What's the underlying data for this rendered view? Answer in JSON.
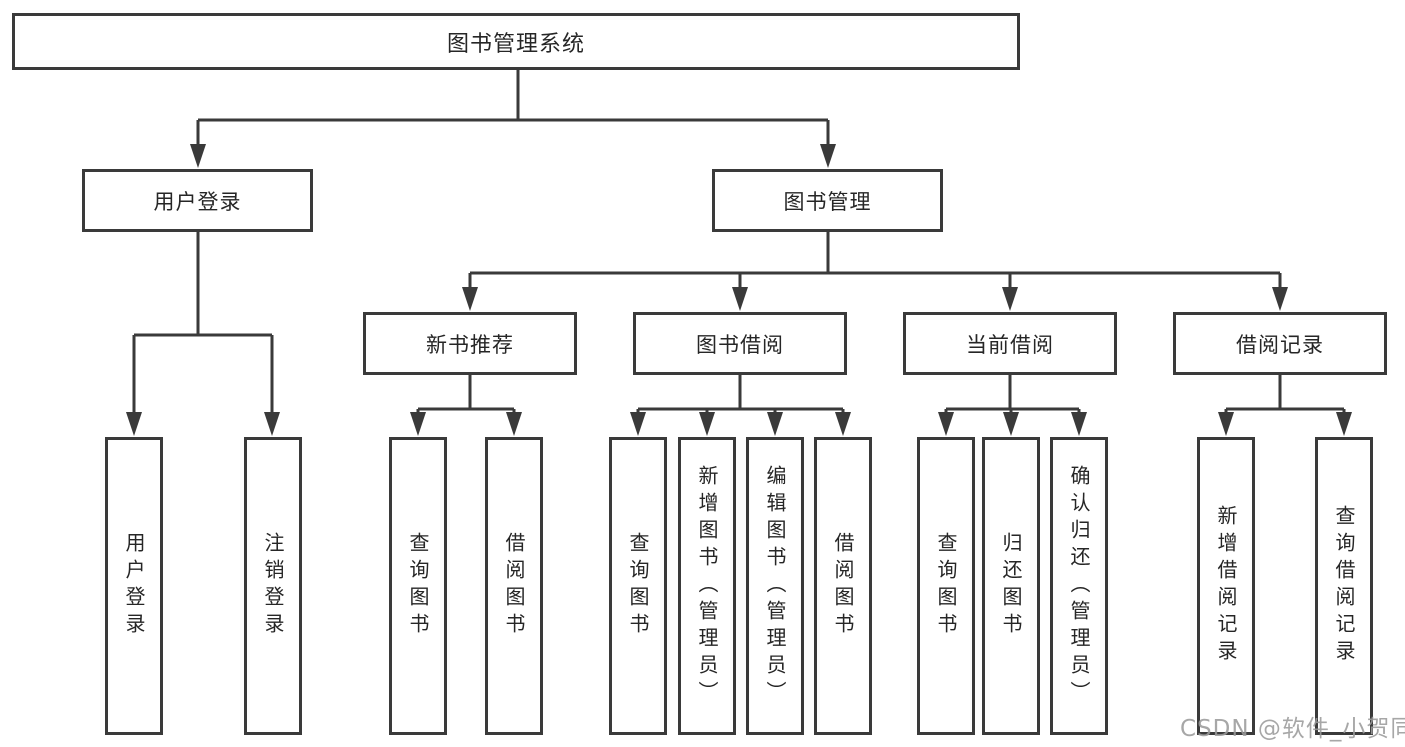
{
  "tree": {
    "root": "图书管理系统",
    "branches": [
      {
        "label": "用户登录",
        "children": [
          "用户登录",
          "注销登录"
        ]
      },
      {
        "label": "图书管理",
        "groups": [
          {
            "label": "新书推荐",
            "children": [
              "查询图书",
              "借阅图书"
            ]
          },
          {
            "label": "图书借阅",
            "children": [
              "查询图书",
              "新增图书（管理员）",
              "编辑图书（管理员）",
              "借阅图书"
            ]
          },
          {
            "label": "当前借阅",
            "children": [
              "查询图书",
              "归还图书",
              "确认归还（管理员）"
            ]
          },
          {
            "label": "借阅记录",
            "children": [
              "新增借阅记录",
              "查询借阅记录"
            ]
          }
        ]
      }
    ]
  },
  "watermark": {
    "text": "CSDN @软件_小贺同学"
  },
  "colors": {
    "line": "#3a3a3a",
    "box_border": "#3a3a3a",
    "box_fill": "#ffffff",
    "text": "#262626",
    "watermark": "#9b9b9b",
    "background": "#ffffff"
  }
}
